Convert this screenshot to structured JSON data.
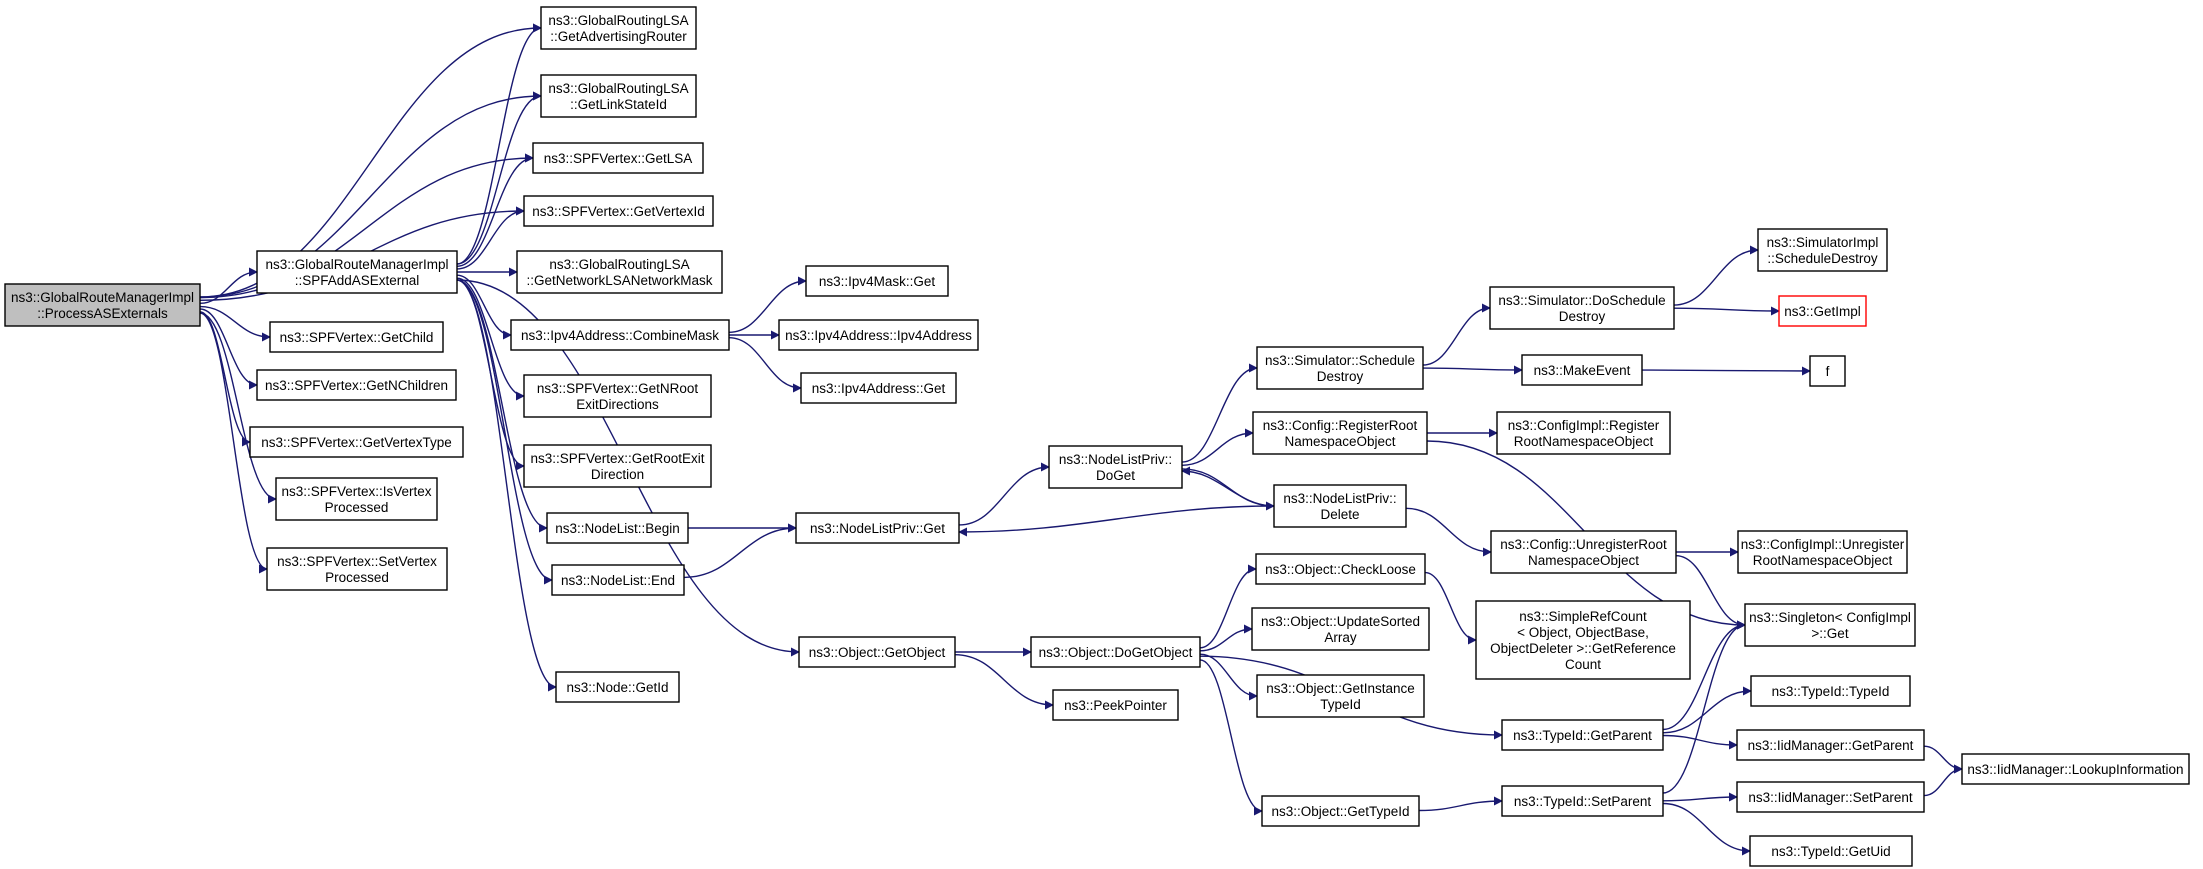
{
  "graph": {
    "edge_color": "#191970",
    "root_fill": "#bfbfbf",
    "highlight_border": "#ff0000",
    "nodes": [
      {
        "id": "root",
        "lines": [
          "ns3::GlobalRouteManagerImpl",
          "::ProcessASExternals"
        ],
        "style": "root"
      },
      {
        "id": "gadv",
        "lines": [
          "ns3::GlobalRoutingLSA",
          "::GetAdvertisingRouter"
        ]
      },
      {
        "id": "glsid",
        "lines": [
          "ns3::GlobalRoutingLSA",
          "::GetLinkStateId"
        ]
      },
      {
        "id": "vlsa",
        "lines": [
          "ns3::SPFVertex::GetLSA"
        ]
      },
      {
        "id": "vvid",
        "lines": [
          "ns3::SPFVertex::GetVertexId"
        ]
      },
      {
        "id": "spfadd",
        "lines": [
          "ns3::GlobalRouteManagerImpl",
          "::SPFAddASExternal"
        ]
      },
      {
        "id": "gnetmask",
        "lines": [
          "ns3::GlobalRoutingLSA",
          "::GetNetworkLSANetworkMask"
        ]
      },
      {
        "id": "vchild",
        "lines": [
          "ns3::SPFVertex::GetChild"
        ]
      },
      {
        "id": "vnchild",
        "lines": [
          "ns3::SPFVertex::GetNChildren"
        ]
      },
      {
        "id": "vtype",
        "lines": [
          "ns3::SPFVertex::GetVertexType"
        ]
      },
      {
        "id": "visproc",
        "lines": [
          "ns3::SPFVertex::IsVertex",
          "Processed"
        ]
      },
      {
        "id": "vsetproc",
        "lines": [
          "ns3::SPFVertex::SetVertex",
          "Processed"
        ]
      },
      {
        "id": "combine",
        "lines": [
          "ns3::Ipv4Address::CombineMask"
        ]
      },
      {
        "id": "vnroot",
        "lines": [
          "ns3::SPFVertex::GetNRoot",
          "ExitDirections"
        ]
      },
      {
        "id": "vrootexit",
        "lines": [
          "ns3::SPFVertex::GetRootExit",
          "Direction"
        ]
      },
      {
        "id": "nlbegin",
        "lines": [
          "ns3::NodeList::Begin"
        ]
      },
      {
        "id": "nlend",
        "lines": [
          "ns3::NodeList::End"
        ]
      },
      {
        "id": "getobj",
        "lines": [
          "ns3::Object::GetObject"
        ]
      },
      {
        "id": "nodeid",
        "lines": [
          "ns3::Node::GetId"
        ]
      },
      {
        "id": "maskget",
        "lines": [
          "ns3::Ipv4Mask::Get"
        ]
      },
      {
        "id": "ipaddr",
        "lines": [
          "ns3::Ipv4Address::Ipv4Address"
        ]
      },
      {
        "id": "ipget",
        "lines": [
          "ns3::Ipv4Address::Get"
        ]
      },
      {
        "id": "nlpget",
        "lines": [
          "ns3::NodeListPriv::Get"
        ]
      },
      {
        "id": "dogetobj",
        "lines": [
          "ns3::Object::DoGetObject"
        ]
      },
      {
        "id": "peek",
        "lines": [
          "ns3::PeekPointer"
        ]
      },
      {
        "id": "nlpdoget",
        "lines": [
          "ns3::NodeListPriv::",
          "DoGet"
        ]
      },
      {
        "id": "simsched",
        "lines": [
          "ns3::Simulator::Schedule",
          "Destroy"
        ]
      },
      {
        "id": "cfgreg",
        "lines": [
          "ns3::Config::RegisterRoot",
          "NamespaceObject"
        ]
      },
      {
        "id": "nlpdel",
        "lines": [
          "ns3::NodeListPriv::",
          "Delete"
        ]
      },
      {
        "id": "chkloose",
        "lines": [
          "ns3::Object::CheckLoose"
        ]
      },
      {
        "id": "updsorted",
        "lines": [
          "ns3::Object::UpdateSorted",
          "Array"
        ]
      },
      {
        "id": "getinst",
        "lines": [
          "ns3::Object::GetInstance",
          "TypeId"
        ]
      },
      {
        "id": "gettid",
        "lines": [
          "ns3::Object::GetTypeId"
        ]
      },
      {
        "id": "simdosched",
        "lines": [
          "ns3::Simulator::DoSchedule",
          "Destroy"
        ]
      },
      {
        "id": "mkevent",
        "lines": [
          "ns3::MakeEvent"
        ]
      },
      {
        "id": "cfgireg",
        "lines": [
          "ns3::ConfigImpl::Register",
          "RootNamespaceObject"
        ]
      },
      {
        "id": "cfgunreg",
        "lines": [
          "ns3::Config::UnregisterRoot",
          "NamespaceObject"
        ]
      },
      {
        "id": "simpleref",
        "lines": [
          "ns3::SimpleRefCount",
          "< Object, ObjectBase,",
          "ObjectDeleter >::GetReference",
          "Count"
        ]
      },
      {
        "id": "tidgetpar",
        "lines": [
          "ns3::TypeId::GetParent"
        ]
      },
      {
        "id": "tidsetpar",
        "lines": [
          "ns3::TypeId::SetParent"
        ]
      },
      {
        "id": "simimpl",
        "lines": [
          "ns3::SimulatorImpl",
          "::ScheduleDestroy"
        ]
      },
      {
        "id": "getimpl",
        "lines": [
          "ns3::GetImpl"
        ],
        "style": "red"
      },
      {
        "id": "f",
        "lines": [
          "f"
        ]
      },
      {
        "id": "cfgiunreg",
        "lines": [
          "ns3::ConfigImpl::Unregister",
          "RootNamespaceObject"
        ]
      },
      {
        "id": "singleton",
        "lines": [
          "ns3::Singleton< ConfigImpl",
          ">::Get"
        ]
      },
      {
        "id": "tidtid",
        "lines": [
          "ns3::TypeId::TypeId"
        ]
      },
      {
        "id": "iidgetpar",
        "lines": [
          "ns3::IidManager::GetParent"
        ]
      },
      {
        "id": "iidsetpar",
        "lines": [
          "ns3::IidManager::SetParent"
        ]
      },
      {
        "id": "tidgetuid",
        "lines": [
          "ns3::TypeId::GetUid"
        ]
      },
      {
        "id": "iidlookup",
        "lines": [
          "ns3::IidManager::LookupInformation"
        ]
      }
    ],
    "edges": [
      [
        "root",
        "gadv"
      ],
      [
        "root",
        "glsid"
      ],
      [
        "root",
        "vlsa"
      ],
      [
        "root",
        "vvid"
      ],
      [
        "root",
        "spfadd"
      ],
      [
        "root",
        "vchild"
      ],
      [
        "root",
        "vnchild"
      ],
      [
        "root",
        "vtype"
      ],
      [
        "root",
        "visproc"
      ],
      [
        "root",
        "vsetproc"
      ],
      [
        "spfadd",
        "gadv"
      ],
      [
        "spfadd",
        "glsid"
      ],
      [
        "spfadd",
        "vlsa"
      ],
      [
        "spfadd",
        "vvid"
      ],
      [
        "spfadd",
        "gnetmask"
      ],
      [
        "spfadd",
        "combine"
      ],
      [
        "spfadd",
        "vnroot"
      ],
      [
        "spfadd",
        "vrootexit"
      ],
      [
        "spfadd",
        "nlbegin"
      ],
      [
        "spfadd",
        "nlend"
      ],
      [
        "spfadd",
        "getobj"
      ],
      [
        "spfadd",
        "nodeid"
      ],
      [
        "combine",
        "maskget"
      ],
      [
        "combine",
        "ipaddr"
      ],
      [
        "combine",
        "ipget"
      ],
      [
        "nlbegin",
        "nlpget"
      ],
      [
        "nlend",
        "nlpget"
      ],
      [
        "getobj",
        "dogetobj"
      ],
      [
        "getobj",
        "peek"
      ],
      [
        "nlpget",
        "nlpdoget"
      ],
      [
        "nlpdoget",
        "simsched"
      ],
      [
        "nlpdoget",
        "cfgreg"
      ],
      [
        "nlpdoget",
        "nlpdel"
      ],
      [
        "nlpdel",
        "nlpdoget"
      ],
      [
        "nlpdel",
        "nlpget"
      ],
      [
        "nlpdel",
        "cfgunreg"
      ],
      [
        "dogetobj",
        "chkloose"
      ],
      [
        "dogetobj",
        "updsorted"
      ],
      [
        "dogetobj",
        "getinst"
      ],
      [
        "dogetobj",
        "gettid"
      ],
      [
        "dogetobj",
        "tidgetpar"
      ],
      [
        "chkloose",
        "simpleref"
      ],
      [
        "gettid",
        "tidsetpar"
      ],
      [
        "simsched",
        "simdosched"
      ],
      [
        "simsched",
        "mkevent"
      ],
      [
        "simdosched",
        "simimpl"
      ],
      [
        "simdosched",
        "getimpl"
      ],
      [
        "mkevent",
        "f"
      ],
      [
        "cfgreg",
        "cfgireg"
      ],
      [
        "cfgreg",
        "singleton"
      ],
      [
        "cfgunreg",
        "cfgiunreg"
      ],
      [
        "cfgunreg",
        "singleton"
      ],
      [
        "tidgetpar",
        "singleton"
      ],
      [
        "tidgetpar",
        "tidtid"
      ],
      [
        "tidgetpar",
        "iidgetpar"
      ],
      [
        "tidsetpar",
        "singleton"
      ],
      [
        "tidsetpar",
        "iidsetpar"
      ],
      [
        "tidsetpar",
        "tidgetuid"
      ],
      [
        "iidgetpar",
        "iidlookup"
      ],
      [
        "iidsetpar",
        "iidlookup"
      ]
    ]
  }
}
